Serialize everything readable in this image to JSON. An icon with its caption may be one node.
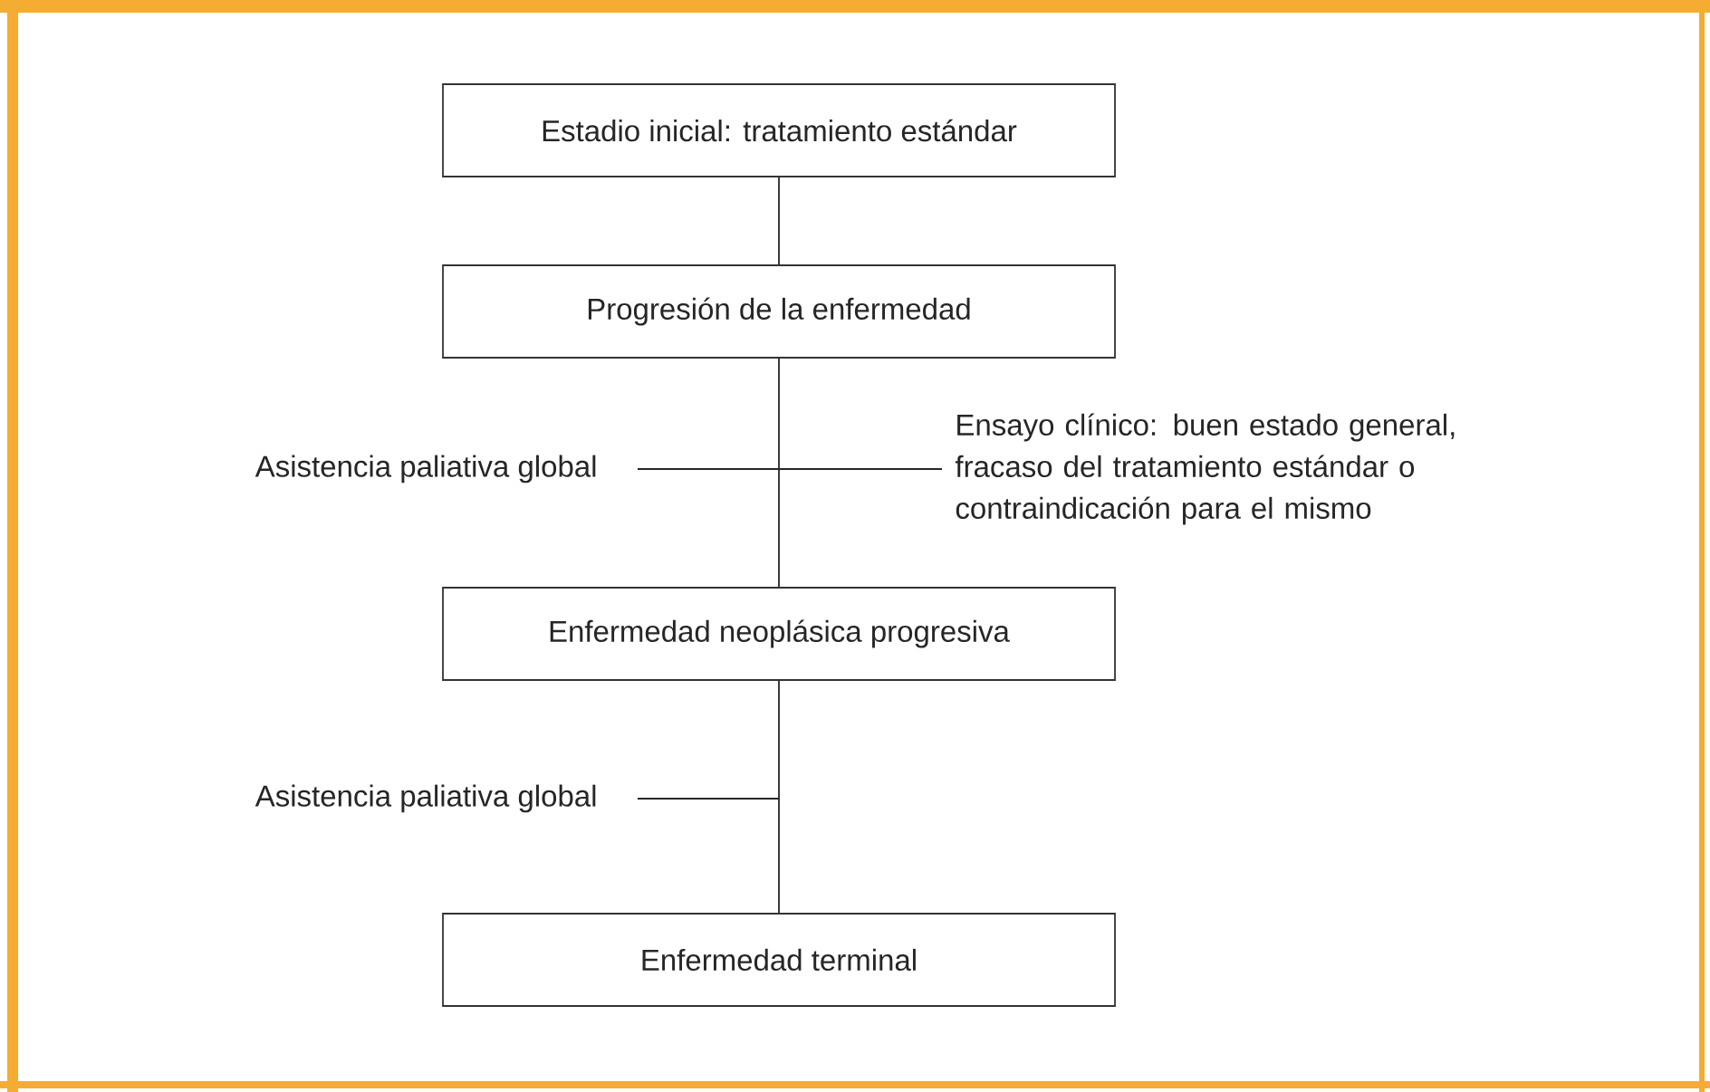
{
  "diagram": {
    "nodes": [
      {
        "text": [
          "Estadio inicial: tratamiento estándar"
        ]
      },
      {
        "text": [
          "Progresión de la enfermedad"
        ]
      },
      {
        "text": [
          "Asistencia paliativa global"
        ]
      },
      {
        "text": [
          "Ensayo clínico: buen estado general, fracaso del tratamiento estándar o contraindicación para el mismo"
        ]
      },
      {
        "text": [
          "Enfermedad neoplásica progresiva"
        ]
      },
      {
        "text": [
          "Asistencia paliativa global"
        ]
      },
      {
        "text": [
          "Enfermedad terminal"
        ]
      }
    ],
    "edges": [
      {
        "from": 0,
        "to": 1,
        "arrow": "none"
      },
      {
        "from": 1,
        "to": 4,
        "arrow": "none"
      },
      {
        "from": 2,
        "to": 3,
        "arrow": "none"
      },
      {
        "from": 4,
        "to": 6,
        "arrow": "none"
      },
      {
        "from": 5,
        "to": null,
        "arrow": "none"
      }
    ]
  }
}
